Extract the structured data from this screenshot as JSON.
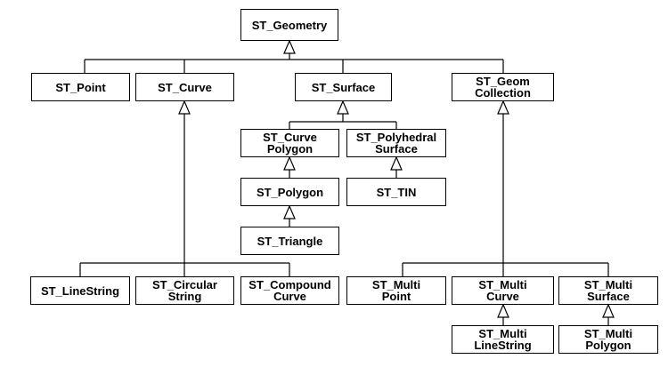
{
  "nodes": {
    "geometry": "ST_Geometry",
    "point": "ST_Point",
    "curve": "ST_Curve",
    "surface": "ST_Surface",
    "geomcollection": "ST_Geom\nCollection",
    "curvepolygon": "ST_Curve\nPolygon",
    "polyhedral": "ST_Polyhedral\nSurface",
    "polygon": "ST_Polygon",
    "tin": "ST_TIN",
    "triangle": "ST_Triangle",
    "linestring": "ST_LineString",
    "circular": "ST_Circular\nString",
    "compound": "ST_Compound\nCurve",
    "multipoint": "ST_Multi\nPoint",
    "multicurve": "ST_Multi\nCurve",
    "multisurface": "ST_Multi\nSurface",
    "multilinestring": "ST_Multi\nLineString",
    "multipolygon": "ST_Multi\nPolygon"
  }
}
